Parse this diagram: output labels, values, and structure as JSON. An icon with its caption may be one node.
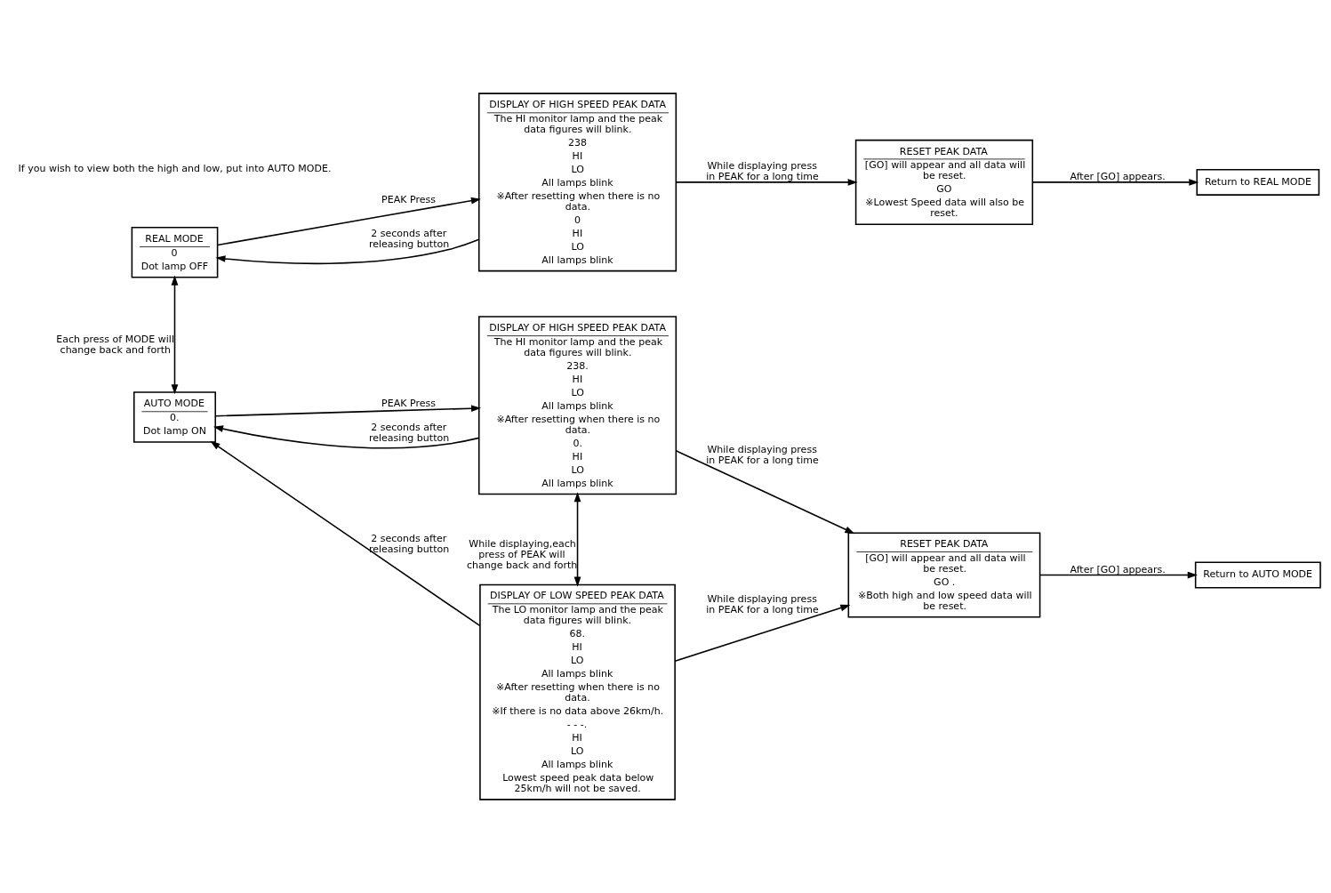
{
  "diagram": {
    "nodes": [
      {
        "text": [
          "REAL MODE",
          "0",
          "Dot lamp OFF"
        ]
      },
      {
        "text": [
          "DISPLAY OF HIGH SPEED PEAK DATA",
          "The HI monitor lamp and the peak data figures will blink.",
          "238",
          "HI",
          "LO",
          "All lamps blink",
          "※After resetting when there is no data.",
          "0",
          "HI",
          "LO",
          "All lamps blink"
        ]
      },
      {
        "text": [
          "RESET PEAK DATA",
          "[GO] will appear and all data will be reset.",
          "GO",
          "※Lowest Speed data will also be reset."
        ]
      },
      {
        "text": [
          "Return to REAL MODE"
        ]
      },
      {
        "text": [
          "AUTO MODE",
          "0.",
          "Dot lamp ON"
        ]
      },
      {
        "text": [
          "DISPLAY OF HIGH SPEED PEAK DATA",
          "The HI monitor lamp and the peak data figures will blink.",
          "238.",
          "HI",
          "LO",
          "All lamps blink",
          "※After resetting when there is no data.",
          "0.",
          "HI",
          "LO",
          "All lamps blink"
        ]
      },
      {
        "text": [
          "RESET PEAK DATA",
          "[GO] will appear and all data will be reset.",
          "GO .",
          "※Both high and low speed data will be reset."
        ]
      },
      {
        "text": [
          "Return to AUTO MODE"
        ]
      },
      {
        "text": [
          "DISPLAY OF LOW SPEED PEAK DATA",
          "The LO monitor lamp and the peak data figures will blink.",
          "68.",
          "HI",
          "LO",
          "All lamps blink",
          "※After resetting when there is no data.",
          "※If there is no data above 26km/h.",
          "- - -.",
          "HI",
          "LO",
          "All lamps blink",
          "Lowest speed peak data below 25km/h will not be saved."
        ]
      }
    ],
    "edges": [
      {
        "from": 0,
        "to": 1,
        "arrow": "to",
        "label": "PEAK Press"
      },
      {
        "from": 1,
        "to": 0,
        "arrow": "to",
        "label": "2 seconds after releasing button"
      },
      {
        "from": 1,
        "to": 2,
        "arrow": "to",
        "label": "While displaying press in PEAK for a long time"
      },
      {
        "from": 2,
        "to": 3,
        "arrow": "to",
        "label": "After [GO] appears."
      },
      {
        "from": 0,
        "to": 4,
        "arrow": "both",
        "label": "Each press of MODE will change back and forth"
      },
      {
        "from": 4,
        "to": 5,
        "arrow": "to",
        "label": "PEAK Press"
      },
      {
        "from": 5,
        "to": 4,
        "arrow": "to",
        "label": "2 seconds after releasing button"
      },
      {
        "from": 5,
        "to": 6,
        "arrow": "to",
        "label": "While displaying press in PEAK for a long time"
      },
      {
        "from": 5,
        "to": 8,
        "arrow": "both",
        "label": "While displaying,each press of PEAK will change back and forth"
      },
      {
        "from": 8,
        "to": 4,
        "arrow": "to",
        "label": "2 seconds after releasing button"
      },
      {
        "from": 8,
        "to": 6,
        "arrow": "to",
        "label": "While displaying press in PEAK for a long time"
      },
      {
        "from": 6,
        "to": 7,
        "arrow": "to",
        "label": "After [GO] appears."
      }
    ],
    "labels": [
      "If you wish to view both the high and low, put into AUTO MODE."
    ]
  }
}
